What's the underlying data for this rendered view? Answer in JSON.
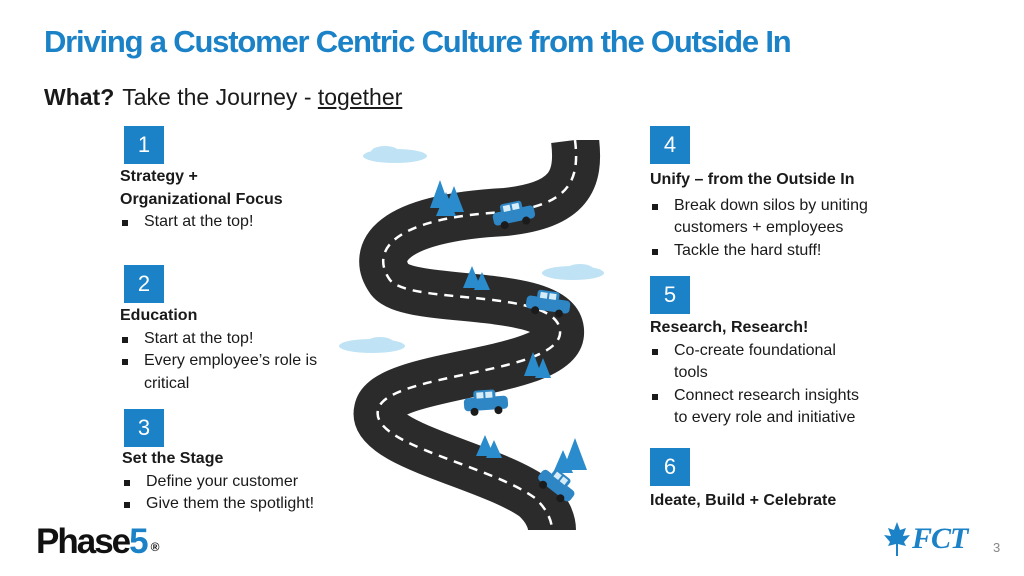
{
  "title": "Driving a Customer Centric Culture from the Outside In",
  "subtitle": {
    "what": "What?",
    "text": "Take the Journey - ",
    "underline": "together"
  },
  "steps": [
    {
      "number": "1",
      "heading_line1": "Strategy +",
      "heading_line2": "Organizational Focus",
      "bullets": [
        "Start at the top!"
      ]
    },
    {
      "number": "2",
      "heading": "Education",
      "bullets": [
        "Start at the top!",
        "Every employee’s role is",
        "critical"
      ]
    },
    {
      "number": "3",
      "heading": "Set the Stage",
      "bullets": [
        "Define your customer",
        "Give them the spotlight!"
      ]
    },
    {
      "number": "4",
      "heading": "Unify – from the Outside In",
      "bullets": [
        "Break down silos by uniting",
        "customers + employees",
        "Tackle the hard stuff!"
      ]
    },
    {
      "number": "5",
      "heading": "Research, Research!",
      "bullets": [
        "Co-create foundational",
        "tools",
        "Connect research insights",
        "to every role and initiative"
      ]
    },
    {
      "number": "6",
      "heading": "Ideate, Build + Celebrate"
    }
  ],
  "logos": {
    "phase": "Phase",
    "five": "5",
    "registered": "®",
    "fct": "FCT"
  },
  "page_number": "3",
  "colors": {
    "accent": "#1b82c7",
    "road": "#2b2b2b",
    "car": "#2f86c4",
    "tree": "#2a8ccc",
    "cloud": "#bfe3f5"
  }
}
